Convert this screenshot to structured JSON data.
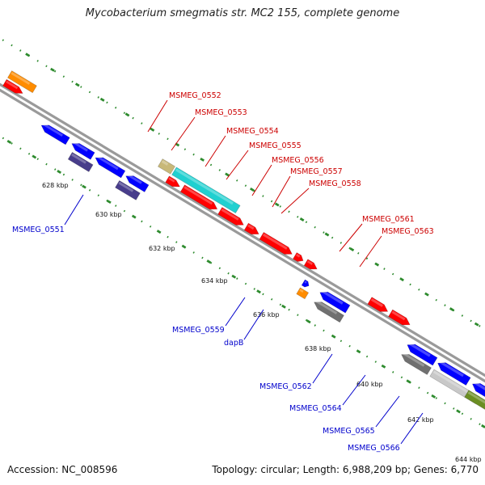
{
  "title": "Mycobacterium smegmatis str. MC2 155, complete genome",
  "accession": "Accession: NC_008596",
  "topology": "Topology: circular; Length: 6,988,209 bp; Genes: 6,770",
  "colors": {
    "backbone": "#9a9a9a",
    "tick": "#2e8b2e",
    "forward_label": "#cc0000",
    "reverse_label": "#0000cc",
    "cds": "#ff0000",
    "cds_reverse": "#0000ff",
    "orange": "#ff8c00",
    "tan": "#c8b878",
    "cyan": "#20d0d0",
    "navy": "#483d8b",
    "gray": "#707070",
    "lightgray": "#c8c8c8",
    "olive": "#6b8e23"
  },
  "ticks": [
    {
      "label": "628 kbp"
    },
    {
      "label": "630 kbp"
    },
    {
      "label": "632 kbp"
    },
    {
      "label": "634 kbp"
    },
    {
      "label": "636 kbp"
    },
    {
      "label": "638 kbp"
    },
    {
      "label": "640 kbp"
    },
    {
      "label": "642 kbp"
    },
    {
      "label": "644 kbp"
    }
  ],
  "forward_labels": [
    "MSMEG_0552",
    "MSMEG_0553",
    "MSMEG_0554",
    "MSMEG_0555",
    "MSMEG_0556",
    "MSMEG_0557",
    "MSMEG_0558",
    "MSMEG_0561",
    "MSMEG_0563"
  ],
  "reverse_labels": [
    "MSMEG_0551",
    "MSMEG_0559",
    "dapB",
    "MSMEG_0562",
    "MSMEG_0564",
    "MSMEG_0565",
    "MSMEG_0566"
  ]
}
